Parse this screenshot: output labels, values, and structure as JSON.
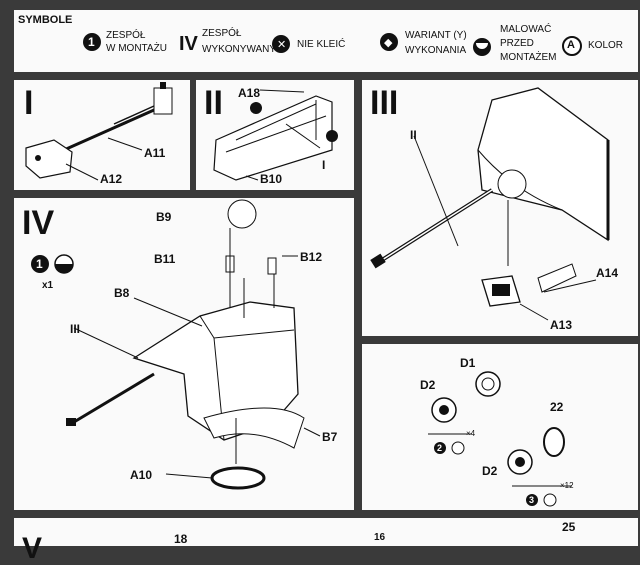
{
  "symbols": {
    "heading": "SYMBOLE",
    "items": [
      {
        "icon": "1",
        "text": [
          "ZESPÓŁ",
          "W MONTAŻU"
        ]
      },
      {
        "icon": "IV",
        "text": [
          "ZESPÓŁ",
          "WYKONYWANY"
        ]
      },
      {
        "icon": "no-glue",
        "text": [
          "NIE KLEIĆ"
        ]
      },
      {
        "icon": "variant",
        "text": [
          "WARIANT (Y)",
          "WYKONANIA"
        ]
      },
      {
        "icon": "paint",
        "text": [
          "MALOWAĆ",
          "PRZED",
          "MONTAŻEM"
        ]
      },
      {
        "icon": "A",
        "text": [
          "KOLOR"
        ]
      }
    ]
  },
  "panels": {
    "p1": {
      "roman": "I",
      "labels": {
        "a11": "A11",
        "a12": "A12"
      }
    },
    "p2": {
      "roman": "II",
      "labels": {
        "a18": "A18",
        "b10": "B10",
        "i": "I"
      }
    },
    "p3": {
      "roman": "III",
      "labels": {
        "ii": "II",
        "a14": "A14",
        "a13": "A13"
      }
    },
    "p4": {
      "roman": "IV",
      "icon1": "1",
      "count": "x1",
      "labels": {
        "b9": "B9",
        "b11": "B11",
        "b12": "B12",
        "b8": "B8",
        "iii": "III",
        "b7": "B7",
        "a10": "A10"
      }
    },
    "p5": {
      "labels": {
        "d1": "D1",
        "d2a": "D2",
        "n22": "22",
        "d2b": "D2"
      },
      "count_a": "×4",
      "count_b": "×12",
      "num2": "2",
      "num3": "3"
    },
    "p6": {
      "roman": "V",
      "nums": {
        "n18": "18",
        "n16": "16",
        "n25": "25"
      }
    }
  }
}
